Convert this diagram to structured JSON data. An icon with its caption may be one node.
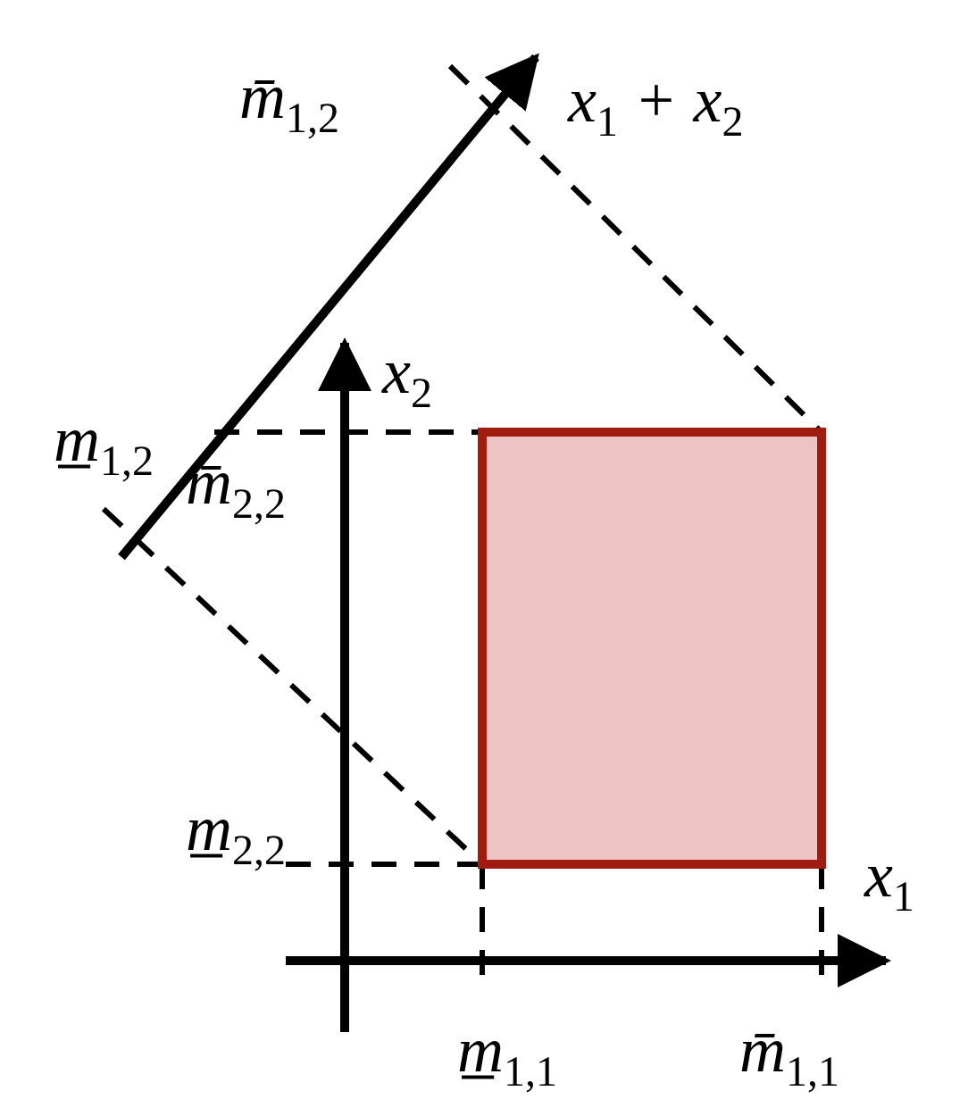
{
  "diagram": {
    "nodes": [
      {
        "text": [],
        "shape": "box"
      }
    ],
    "labels": [
      "m̄$_{1,2}$",
      "x$_{1}$ + x$_{2}$",
      "x$_{2}$",
      "m̲$_{1,2}$",
      "m̄$_{2,2}$",
      "m̲$_{2,2}$",
      "x$_{1}$",
      "m̲$_{1,1}$",
      "m̄$_{1,1}$"
    ]
  }
}
